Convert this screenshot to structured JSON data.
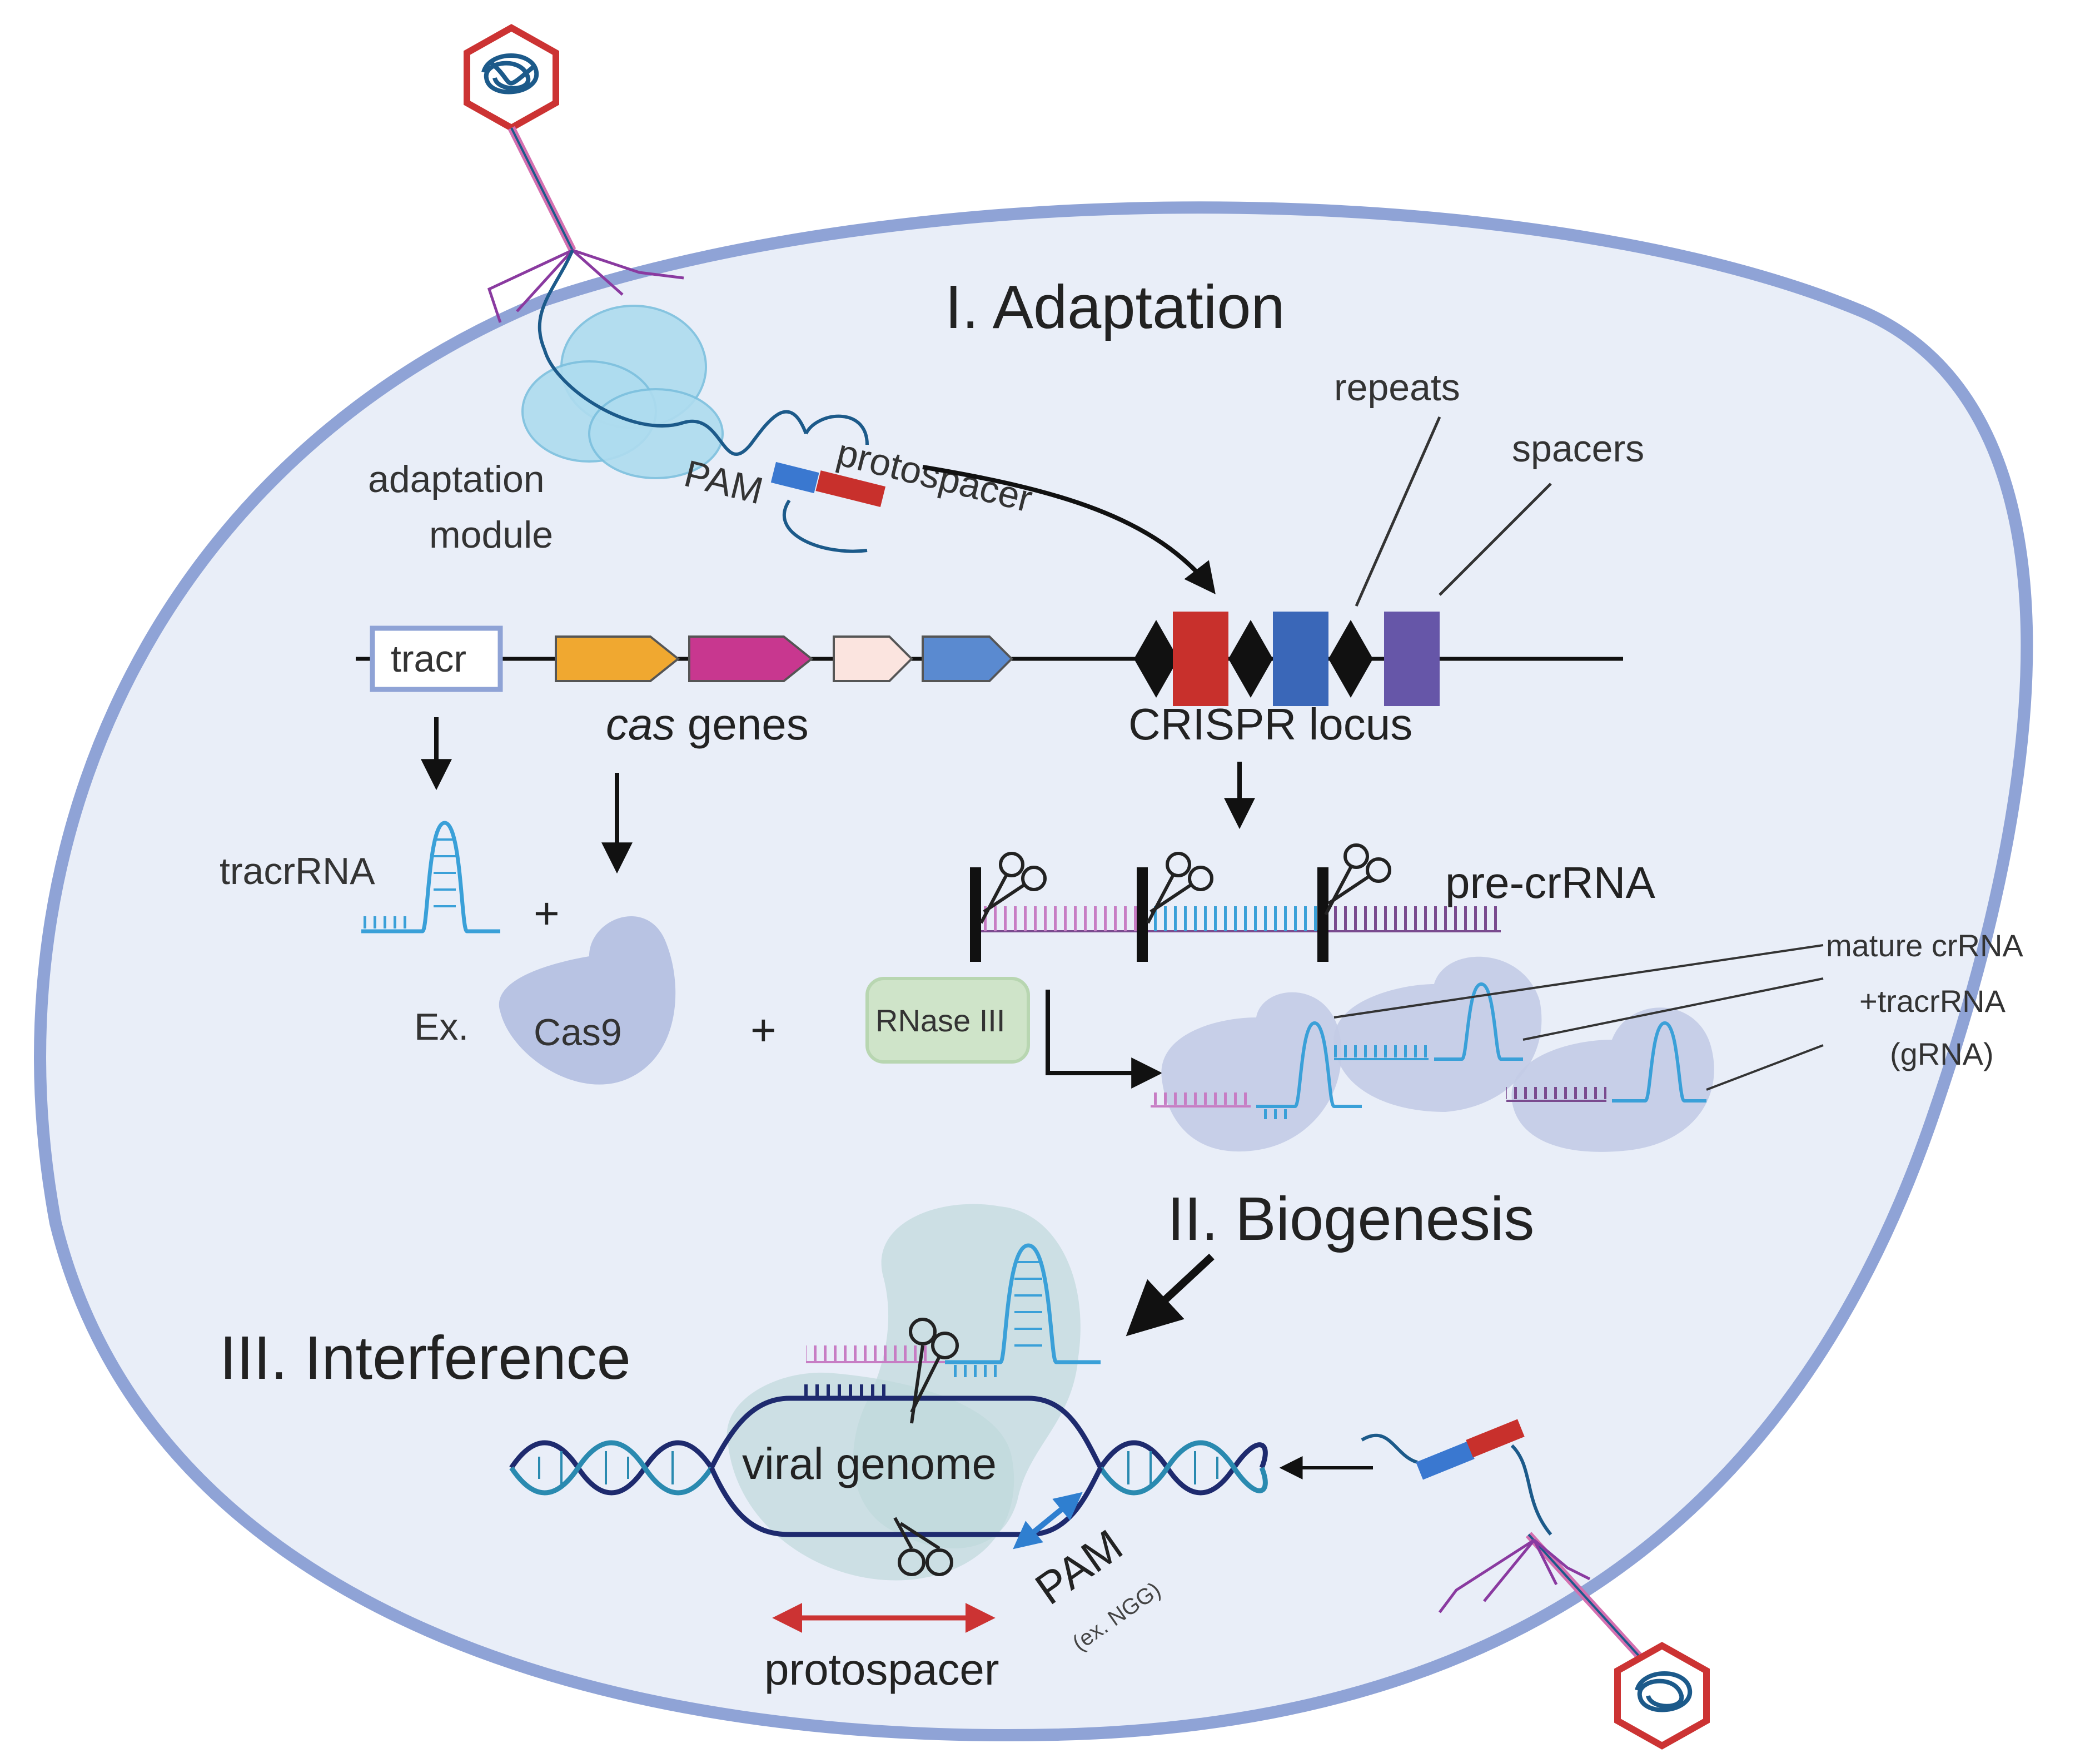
{
  "headings": {
    "adaptation": "I. Adaptation",
    "biogenesis": "II. Biogenesis",
    "interference": "III. Interference"
  },
  "labels": {
    "adaptation_module_line1": "adaptation",
    "adaptation_module_line2": "module",
    "pam_top": "PAM",
    "protospacer_top": "protospacer",
    "repeats": "repeats",
    "spacers": "spacers",
    "tracr": "tracr",
    "cas_genes_italic": "cas",
    "cas_genes_rest": " genes",
    "crispr_locus": "CRISPR locus",
    "tracrrna": "tracrRNA",
    "plus_1": "+",
    "plus_2": "+",
    "example": "Ex.",
    "cas9": "Cas9",
    "rnase": "RNase III",
    "pre_crrna": "pre-crRNA",
    "mature_1": "mature crRNA",
    "mature_2": "+tracrRNA",
    "mature_3": "(gRNA)",
    "viral_genome": "viral genome",
    "pam_bottom": "PAM",
    "pam_example": "(ex. NGG)",
    "protospacer_bottom": "protospacer"
  },
  "colors": {
    "cell_fill": "#e9eef8",
    "cell_border": "#8fa3d6",
    "repeat_diamond": "#111111",
    "spacer_red": "#c8302c",
    "spacer_blue": "#3a67b8",
    "spacer_purple": "#6656a8",
    "gene_orange": "#f0a830",
    "gene_magenta": "#c8378f",
    "gene_pink": "#fbe4df",
    "gene_blue": "#5a8ad0",
    "rna_blue": "#3aa0d8",
    "rna_pink": "#c77dc4",
    "rna_purple": "#7a4b8f",
    "cas9_fill": "#b8c3e3",
    "rnase_fill": "#cfe4c9",
    "dna_dark": "#1e2a6e",
    "dna_teal": "#2a8ab0",
    "protospacer_arrow": "#cc3333",
    "pam_arrow": "#2f7fd0",
    "phage_red": "#cc3333",
    "phage_dna": "#1c5a8a",
    "phage_leg": "#8a3aa0",
    "module_fill": "#aedcef"
  },
  "icons": [
    "phage-icon",
    "scissors-icon",
    "dna-helix-icon",
    "cas9-protein-icon",
    "adaptation-module-icon"
  ]
}
